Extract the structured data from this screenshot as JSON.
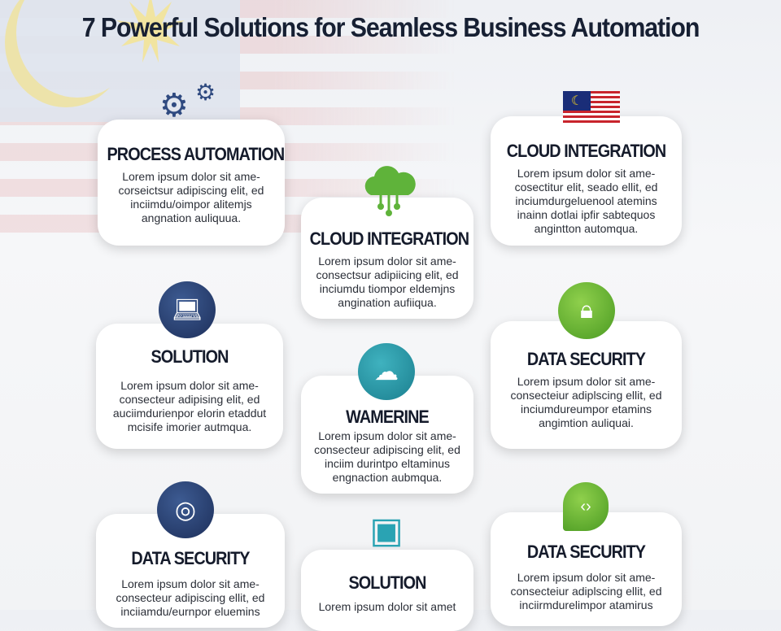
{
  "title": "7 Powerful Solutions for Seamless Business Automation",
  "cards": [
    {
      "title": "PROCESS AUTOMATION",
      "text": "Lorem ipsum dolor sit ame- corseictsur adipiscing elit, ed inciimdu/oimpor alitemjs angnation auliquua.",
      "icon": "gears-icon"
    },
    {
      "title": "CLOUD INTEGRATION",
      "text": "Lorem ipsum dolor sit ame- consectsur adipiicing elit, ed inciumdu tiompor eldemjns angination aufiiqua.",
      "icon": "cloud-network-icon"
    },
    {
      "title": "CLOUD INTEGRATION",
      "text": "Lorem ipsum dolor sit ame- cosectitur elit, seado ellit, ed inciumdurgeluenool atemins inainn dotlai ipfir sabtequos angintton automqua.",
      "icon": "malaysia-flag-icon"
    },
    {
      "title": "SOLUTION",
      "text": "Lorem ipsum dolor sit ame- consecteur adipising elit, ed auciimdurienpor elorin etaddut mcisife imorier autmqua.",
      "icon": "laptop-icon"
    },
    {
      "title": "WAMERINE",
      "text": "Lorem ipsum dolor sit ame- consecteur adipiscing elit, ed inciim durintpo eltaminus engnaction aubmqua.",
      "icon": "cloud-icon"
    },
    {
      "title": "DATA SECURITY",
      "text": "Lorem ipsum dolor sit ame- consecteiur adiplscing ellit, ed inciumdureumpor etamins angimtion auliquai.",
      "icon": "lock-icon"
    },
    {
      "title": "DATA SECURITY",
      "text": "Lorem ipsum dolor sit ame- consecteur adipiscing ellit, ed inciiamdu/eurnpor eluemins",
      "icon": "target-icon"
    },
    {
      "title": "SOLUTION",
      "text": "Lorem ipsum dolor sit amet",
      "icon": "hand-tablet-icon"
    },
    {
      "title": "DATA SECURITY",
      "text": "Lorem ipsum dolor sit ame- consecteiur adiplscing ellit, ed inciirmdurelimpor atamirus",
      "icon": "code-chat-icon"
    }
  ]
}
